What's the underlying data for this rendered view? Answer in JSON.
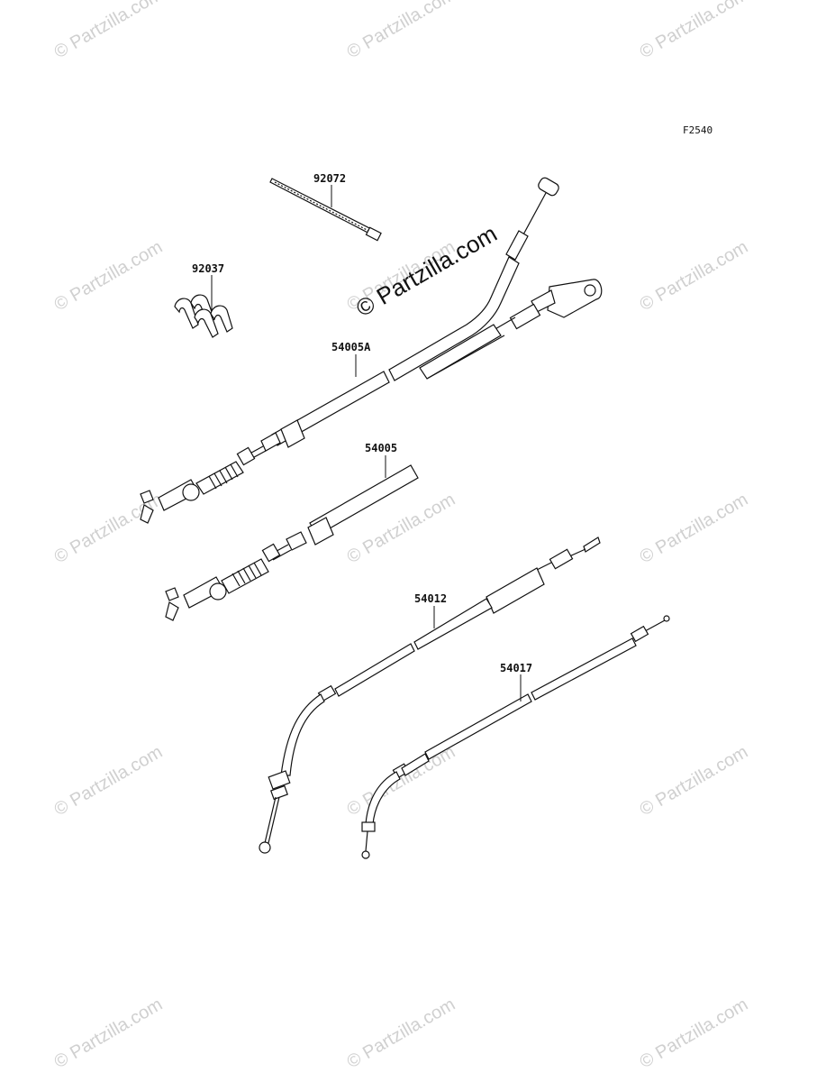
{
  "diagram": {
    "figure_id": "F2540",
    "center_watermark": "© Partzilla.com",
    "tiled_watermark": "© Partzilla.com",
    "parts": [
      {
        "number": "92072",
        "name": "cable-tie"
      },
      {
        "number": "92037",
        "name": "clamp"
      },
      {
        "number": "54005A",
        "name": "cable-54005a"
      },
      {
        "number": "54005",
        "name": "cable-54005"
      },
      {
        "number": "54012",
        "name": "cable-54012"
      },
      {
        "number": "54017",
        "name": "cable-54017"
      }
    ]
  }
}
